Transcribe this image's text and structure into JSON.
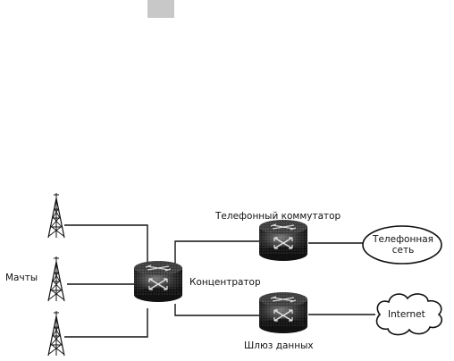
{
  "diagram": {
    "labels": {
      "masts": "Мачты",
      "concentrator": "Концентратор",
      "telephone_switch": "Телефонный коммутатор",
      "telephone_network_line1": "Телефонная",
      "telephone_network_line2": "сеть",
      "internet": "Internet",
      "data_gateway": "Шлюз данных"
    },
    "icons": {
      "mast": "radio-tower-icon",
      "concentrator": "router-icon",
      "telephone_switch": "switch-icon",
      "data_gateway": "gateway-icon",
      "telephone_network": "ellipse-cloud",
      "internet": "cloud-icon"
    },
    "colors": {
      "line": "#111111",
      "device_fill": "#2a2a2a",
      "background": "#ffffff"
    }
  }
}
